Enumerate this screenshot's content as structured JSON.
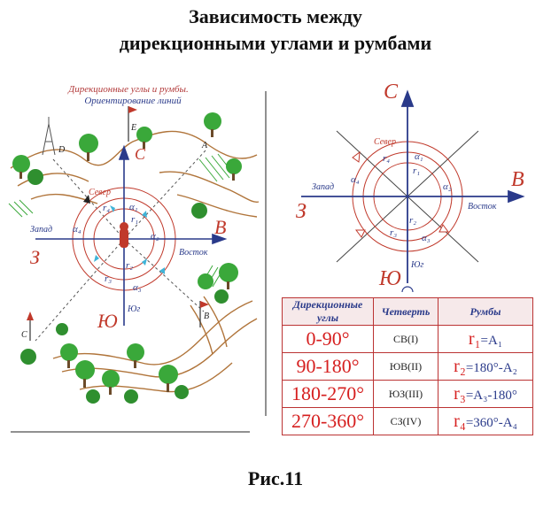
{
  "title": {
    "line1": "Зависимость между",
    "line2": "дирекционными углами и румбами"
  },
  "caption": "Рис.11",
  "left_diagram": {
    "heading1": "Дирекционные углы и румбы.",
    "heading2": "Ориентирование линий",
    "points": {
      "e": "E",
      "a": "A",
      "d": "D",
      "c_pt": "C",
      "b_pt": "B",
      "c_center": "C"
    },
    "directions": {
      "north": "Север",
      "west": "Запад",
      "east": "Восток",
      "south": "Юг"
    },
    "big_letters": {
      "z": "З",
      "v": "В",
      "yu": "Ю"
    },
    "angles": {
      "a1": "α₁",
      "a2": "α₂",
      "a3": "α₃",
      "a4": "α₄"
    },
    "rumbs": {
      "r1": "r₁",
      "r2": "r₂",
      "r3": "r₃",
      "r4": "r₄"
    }
  },
  "right_diagram": {
    "big_letters": {
      "c": "С",
      "v": "В",
      "z": "З",
      "yu": "Ю"
    },
    "directions": {
      "north": "Север",
      "west": "Запад",
      "east": "Восток",
      "south": "Юг"
    },
    "angles": {
      "a1": "α₁",
      "a2": "α₂",
      "a3": "α₃",
      "a4": "α₄"
    },
    "rumbs": {
      "r1": "r₁",
      "r2": "r₂",
      "r3": "r₃",
      "r4": "r₄"
    }
  },
  "table": {
    "headers": [
      "Дирекционные углы",
      "Четверть",
      "Румбы"
    ],
    "rows": [
      {
        "angle": "0-90°",
        "quarter": "СВ(I)",
        "r_main": "r₁",
        "r_rest": "=А₁"
      },
      {
        "angle": "90-180°",
        "quarter": "ЮВ(II)",
        "r_main": "r₂",
        "r_rest": "=180°-А₂"
      },
      {
        "angle": "180-270°",
        "quarter": "ЮЗ(III)",
        "r_main": "r₃",
        "r_rest": "=А₃-180°"
      },
      {
        "angle": "270-360°",
        "quarter": "СЗ(IV)",
        "r_main": "r₄",
        "r_rest": "=360°-А₄"
      }
    ]
  },
  "colors": {
    "axis_blue": "#2a3a8a",
    "red": "#d61f1f",
    "tree_green": "#3aa83a",
    "contour_brown": "#b0743a",
    "circle_red": "#c0392b"
  }
}
